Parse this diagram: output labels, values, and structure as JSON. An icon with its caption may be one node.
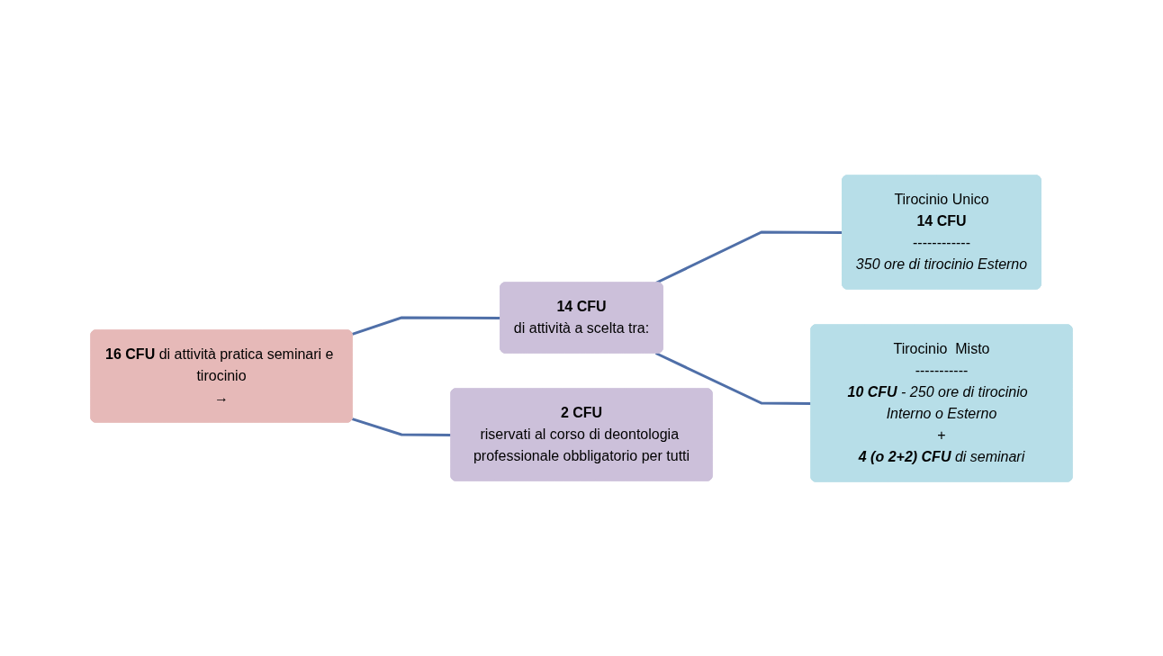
{
  "diagram": {
    "nodes": [
      {
        "text": [
          "**16 CFU** di attività pratica seminari e tirocinio",
          "→"
        ]
      },
      {
        "text": [
          "**14 CFU**",
          "di attività a scelta tra:"
        ]
      },
      {
        "text": [
          "**2 CFU**",
          "riservati al corso di deontologia professionale obbligatorio per tutti"
        ]
      },
      {
        "text": [
          "Tirocinio Unico",
          "**14 CFU**",
          "------------",
          "350 ore di tirocinio Esterno"
        ]
      },
      {
        "text": [
          "Tirocinio  Misto",
          "-----------",
          "**10 CFU** - 250 ore di tirocinio  Interno o Esterno",
          "+",
          "**4 (o 2+2) CFU** di seminari"
        ]
      }
    ],
    "edges": [
      {
        "from": 0,
        "to": 1,
        "arrow": "none"
      },
      {
        "from": 0,
        "to": 2,
        "arrow": "none"
      },
      {
        "from": 1,
        "to": 3,
        "arrow": "none"
      },
      {
        "from": 1,
        "to": 4,
        "arrow": "none"
      }
    ]
  }
}
